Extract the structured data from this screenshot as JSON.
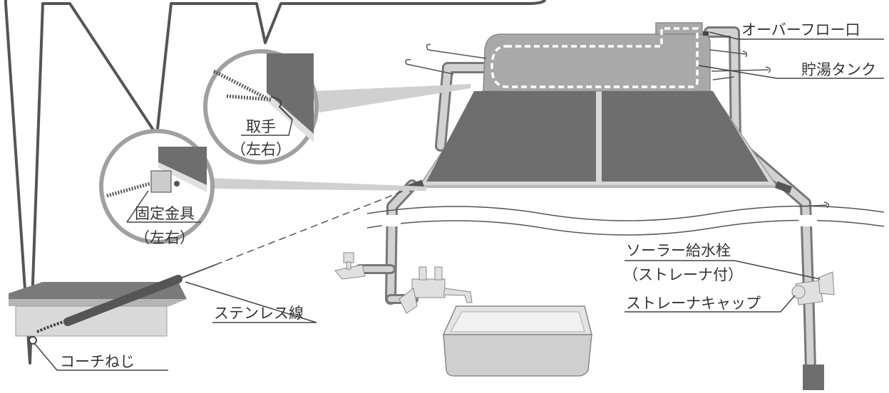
{
  "labels": {
    "overflow": "オーバーフロー口",
    "tank": "貯湯タンク",
    "handle": "取手",
    "handle_sub": "（左右）",
    "bracket": "固定金具",
    "bracket_sub": "（左右）",
    "faucet": "ソーラー給水栓",
    "faucet_sub": "（ストレーナ付）",
    "strainer_cap": "ストレーナキャップ",
    "wire": "ステンレス線",
    "coach_screw": "コーチねじ"
  }
}
